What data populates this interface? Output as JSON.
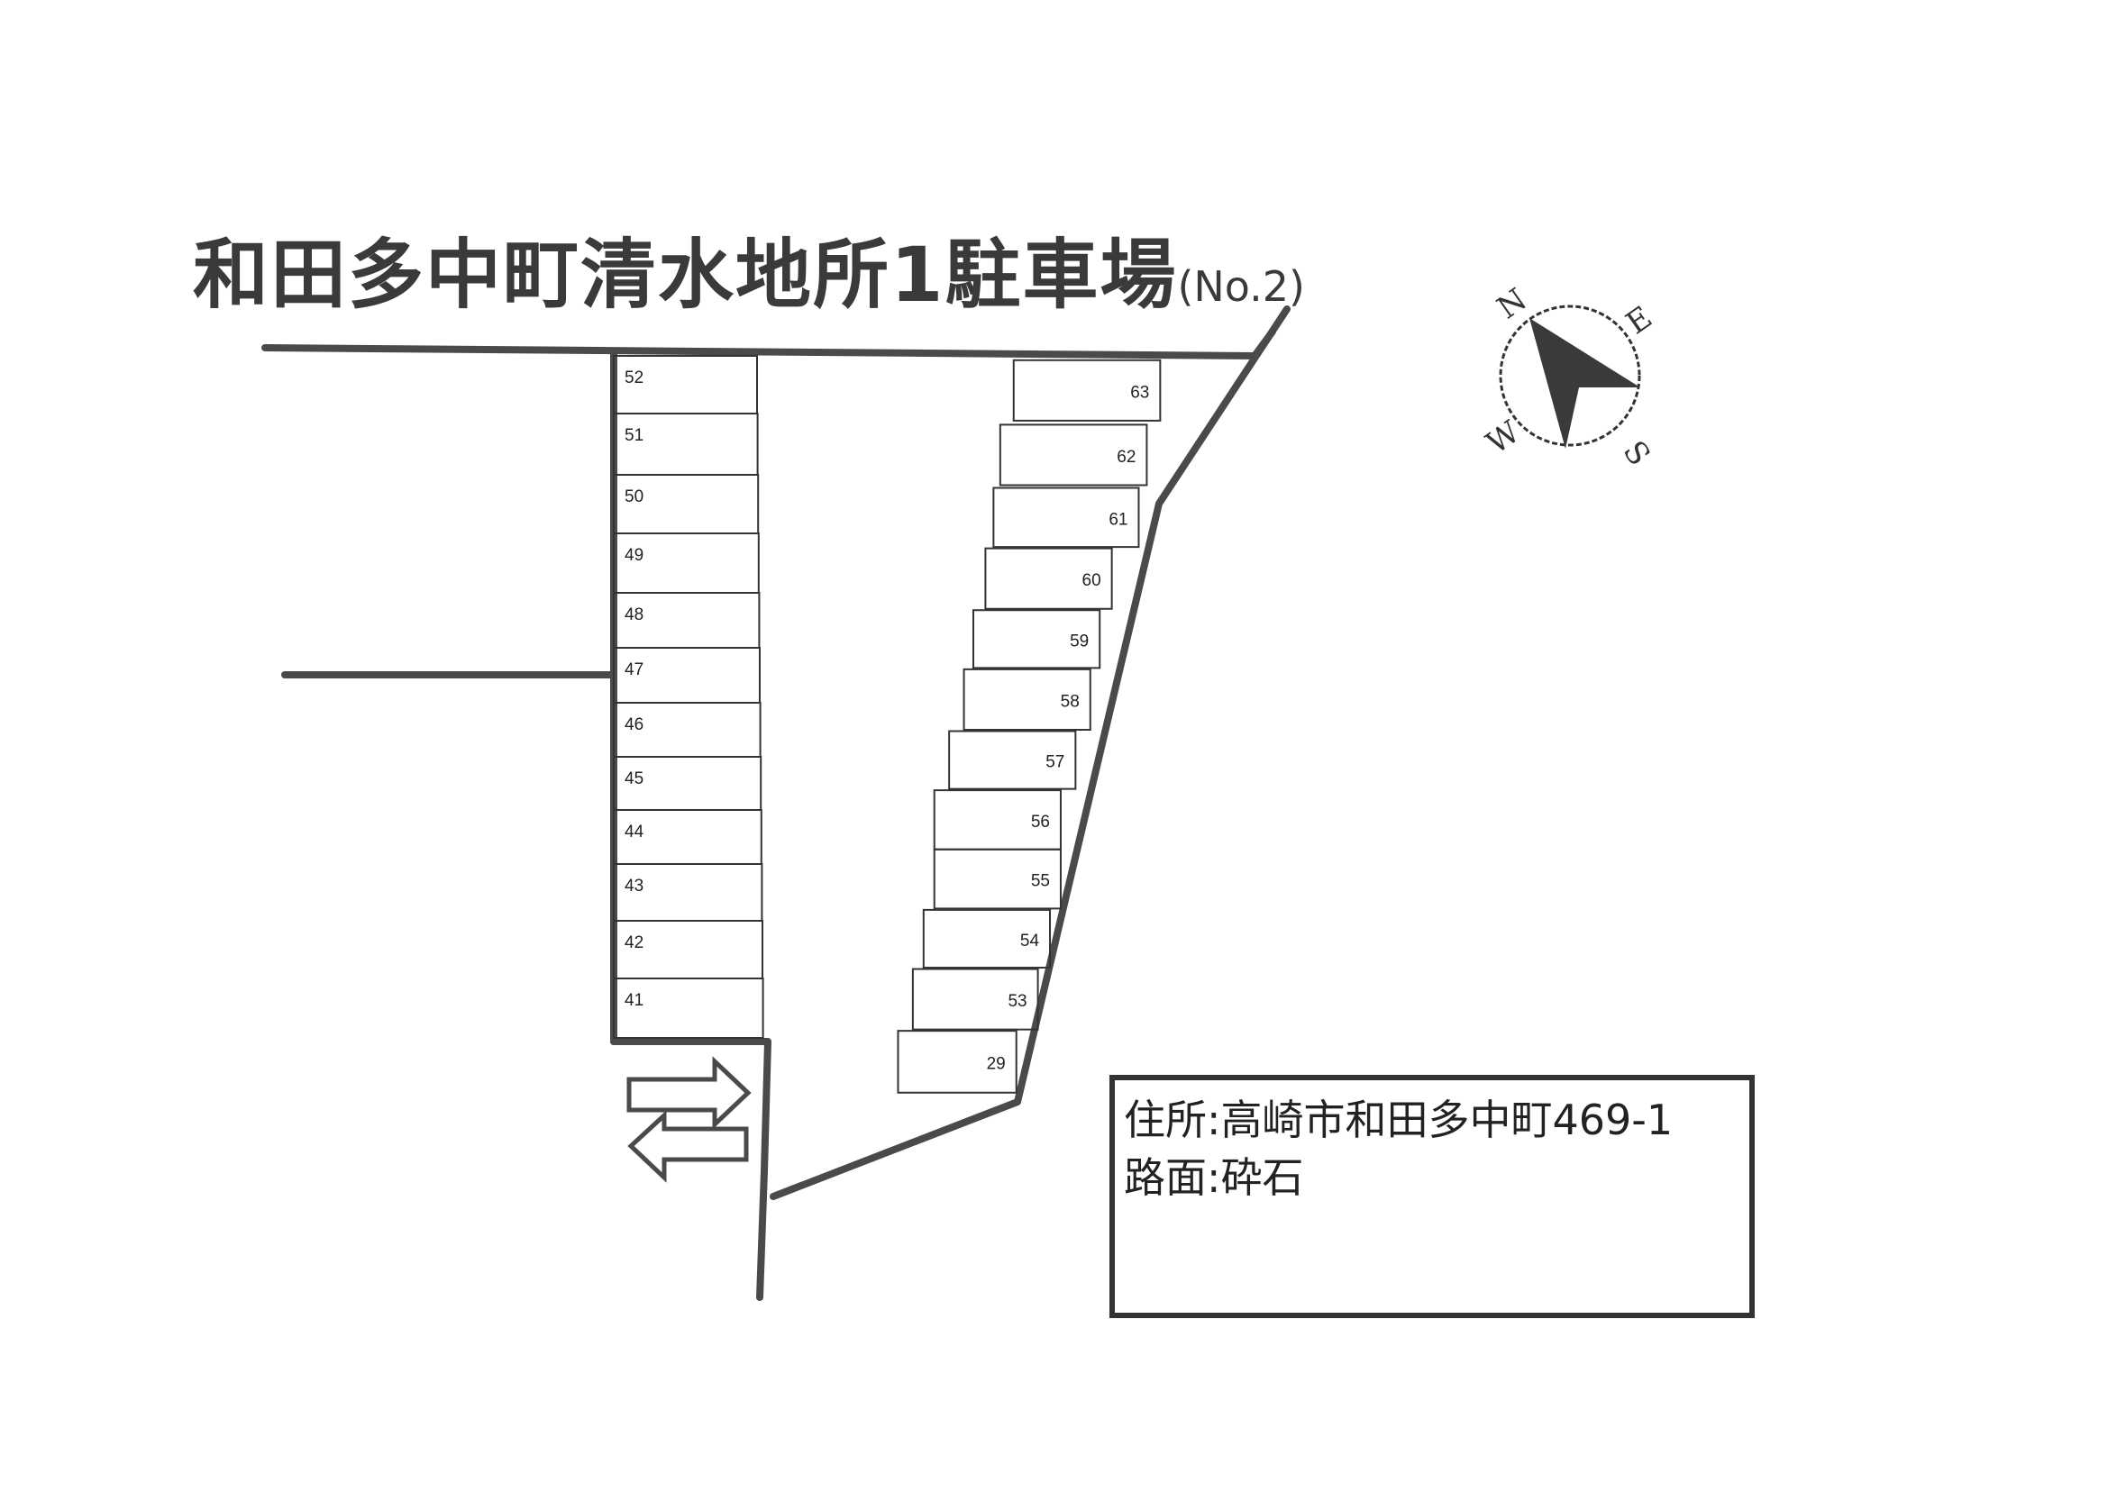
{
  "title": "和田多中町清水地所1駐車場",
  "title_suffix": "(No.2)",
  "compass": {
    "n": "N",
    "e": "E",
    "s": "S",
    "w": "W"
  },
  "left_stalls": [
    "52",
    "51",
    "50",
    "49",
    "48",
    "47",
    "46",
    "45",
    "44",
    "43",
    "42",
    "41"
  ],
  "right_stalls": [
    "63",
    "62",
    "61",
    "60",
    "59",
    "58",
    "57",
    "56",
    "55",
    "54",
    "53",
    "29"
  ],
  "info": {
    "address": "住所:高崎市和田多中町469-1",
    "surface": "路面:砕石"
  },
  "colors": {
    "line": "#4a4a4a",
    "text": "#222222"
  }
}
